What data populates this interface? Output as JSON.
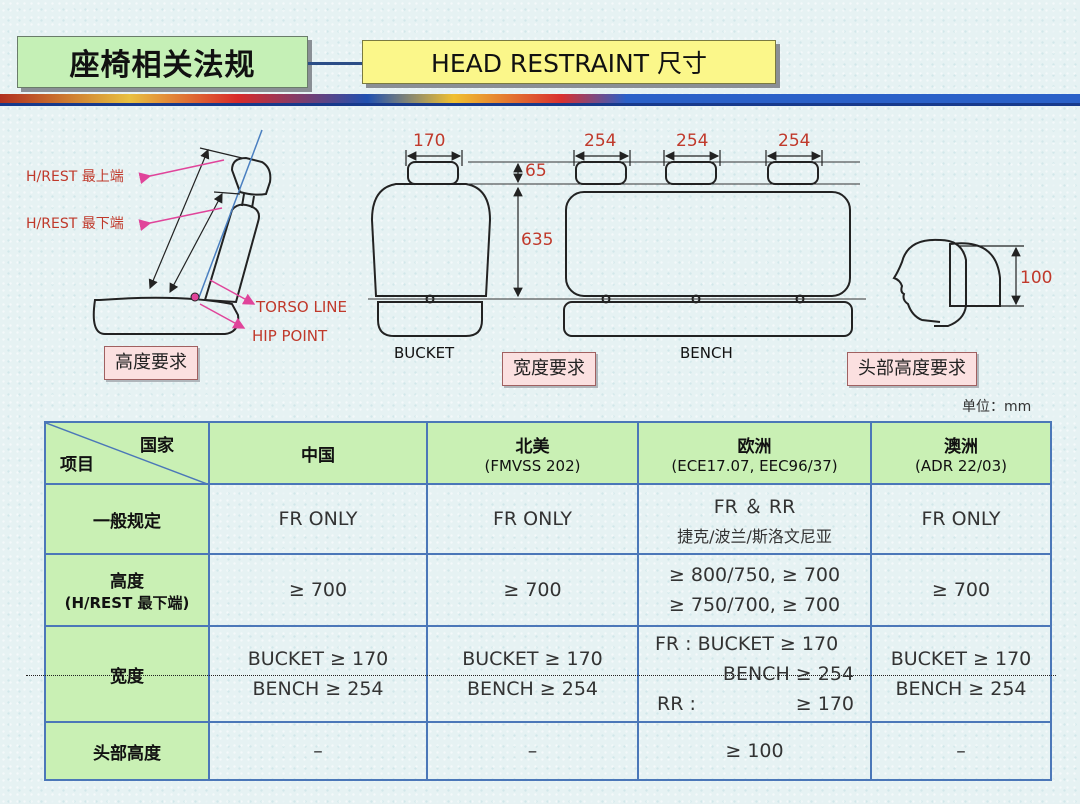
{
  "header": {
    "title": "座椅相关法规",
    "subtitle": "HEAD RESTRAINT 尺寸"
  },
  "diagram": {
    "labels": {
      "hrest_top": "H/REST 最上端",
      "hrest_bottom": "H/REST 最下端",
      "torso_line": "TORSO LINE",
      "hip_point": "HIP POINT",
      "bucket": "BUCKET",
      "bench": "BENCH"
    },
    "dimensions": {
      "bucket_width": "170",
      "bench_width_1": "254",
      "bench_width_2": "254",
      "bench_width_3": "254",
      "gap": "65",
      "height": "635",
      "head_height": "100"
    },
    "captions": {
      "height_req": "高度要求",
      "width_req": "宽度要求",
      "head_height_req": "头部高度要求"
    },
    "colors": {
      "dimension_text": "#c0392b",
      "pink_arrow": "#e0449a",
      "seat_line": "#222222"
    }
  },
  "unit": "单位：mm",
  "table": {
    "corner": {
      "top": "国家",
      "bottom": "项目"
    },
    "columns": [
      {
        "name": "中国",
        "sub": ""
      },
      {
        "name": "北美",
        "sub": "(FMVSS 202)"
      },
      {
        "name": "欧洲",
        "sub": "(ECE17.07, EEC96/37)"
      },
      {
        "name": "澳洲",
        "sub": "(ADR 22/03)"
      }
    ],
    "rows": [
      {
        "label": "一般规定",
        "label_sub": "",
        "cells": [
          "FR ONLY",
          "FR ONLY",
          "FR ＆ RR",
          "FR ONLY"
        ],
        "eu_note": "捷克/波兰/斯洛文尼亚"
      },
      {
        "label": "高度",
        "label_sub": "(H/REST 最下端)",
        "cells": [
          "≥ 700",
          "≥ 700",
          "≥ 800/750, ≥ 700",
          "≥ 700"
        ],
        "eu_line2": "≥ 750/700, ≥ 700"
      },
      {
        "label": "宽度",
        "label_sub": "",
        "bucket": "BUCKET ≥ 170",
        "bench": "BENCH ≥ 254",
        "eu_fr": "FR : BUCKET ≥ 170",
        "eu_bench": "BENCH ≥ 254",
        "eu_rr_label": "RR :",
        "eu_rr_value": "≥ 170"
      },
      {
        "label": "头部高度",
        "label_sub": "",
        "cells": [
          "–",
          "–",
          "≥ 100",
          "–"
        ]
      }
    ]
  }
}
